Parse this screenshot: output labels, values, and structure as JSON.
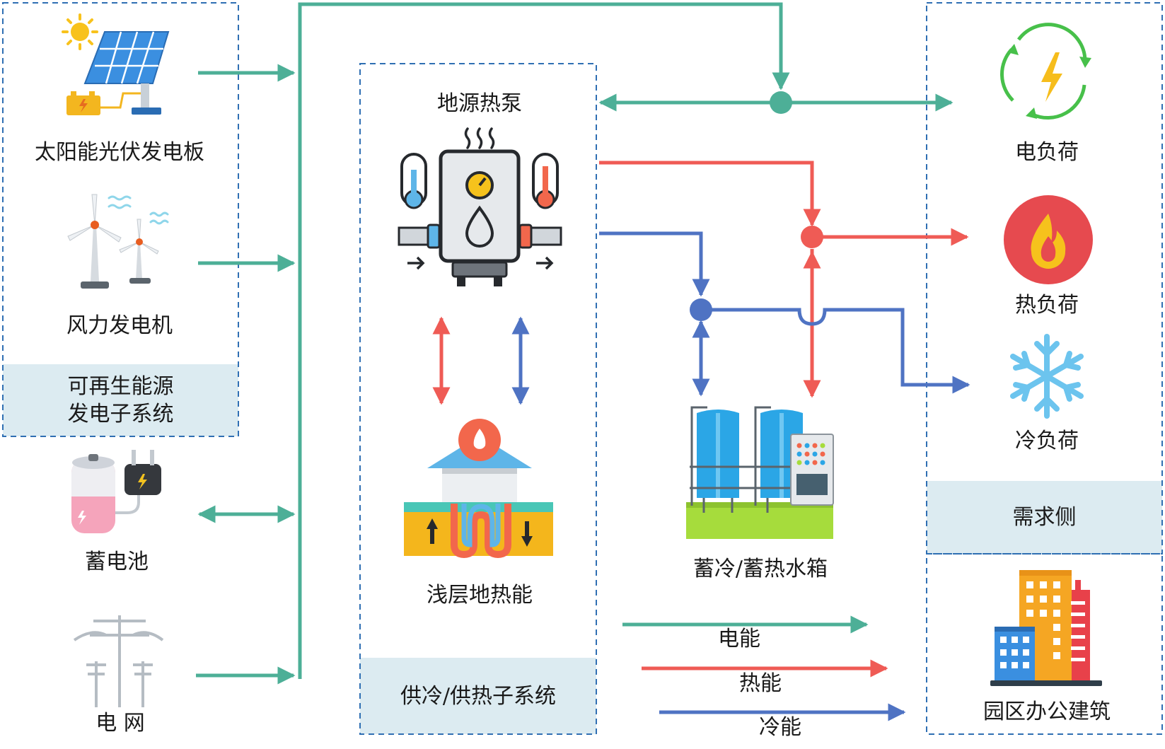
{
  "colors": {
    "electric": "#4daf97",
    "heat": "#ef5b55",
    "cold": "#4f73c3",
    "dash": "#2f6fb3",
    "box_fill": "#dcebf1"
  },
  "renewable": {
    "solar_label": "太阳能光伏发电板",
    "wind_label": "风力发电机",
    "subsystem_label_line1": "可再生能源",
    "subsystem_label_line2": "发电子系统"
  },
  "storage": {
    "battery_label": "蓄电池",
    "grid_label": "电 网"
  },
  "center": {
    "heat_pump_label": "地源热泵",
    "geothermal_label": "浅层地热能",
    "subsystem_label": "供冷/供热子系统",
    "tank_label": "蓄冷/蓄热水箱"
  },
  "demand": {
    "electric_load": "电负荷",
    "heat_load": "热负荷",
    "cold_load": "冷负荷",
    "demand_side": "需求侧",
    "building": "园区办公建筑"
  },
  "legend": [
    {
      "label": "电能",
      "color": "#4daf97"
    },
    {
      "label": "热能",
      "color": "#ef5b55"
    },
    {
      "label": "冷能",
      "color": "#4f73c3"
    }
  ],
  "icons": [
    "solar-panel-icon",
    "sun-icon",
    "wind-turbine-icon",
    "battery-icon",
    "power-tower-icon",
    "heat-pump-icon",
    "geothermal-icon",
    "water-tank-icon",
    "lightning-cycle-icon",
    "flame-icon",
    "snowflake-icon",
    "building-icon"
  ]
}
